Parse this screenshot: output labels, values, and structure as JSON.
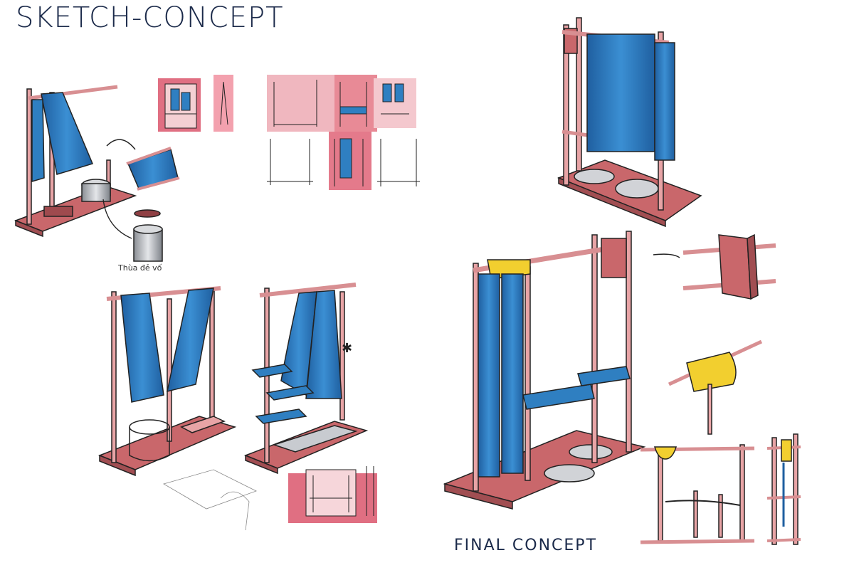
{
  "header": {
    "title": "SKETCH-CONCEPT"
  },
  "footer": {
    "final_label": "FINAL CONCEPT"
  },
  "annotations": {
    "pot_note": "Thùa đẻ vố"
  },
  "colors": {
    "wood": "#c9676b",
    "wood_light": "#e8a4a6",
    "fabric": "#2f7fc1",
    "fabric_dark": "#1f5fa0",
    "accent": "#f2cf2f",
    "ink": "#1b2a4a",
    "metal": "#c8cbd0"
  }
}
